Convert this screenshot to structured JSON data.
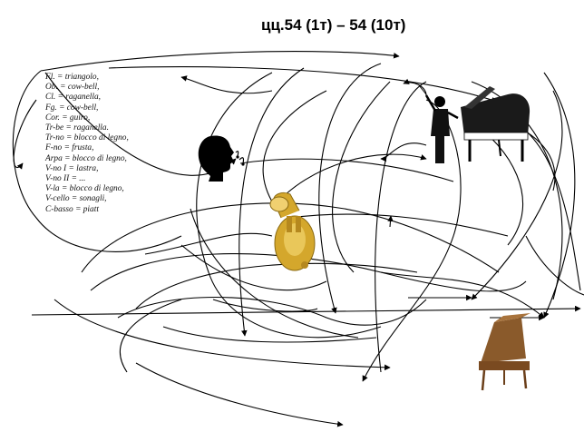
{
  "title": "цц.54 (1т) – 54 (10т)",
  "instrument_list": [
    "Fl. = triangolo,",
    "Ob. = cow-bell,",
    "Cl. = raganella,",
    "Fg. = cow-bell,",
    "Cor. = guiro,",
    "Tr-be = raganella.",
    "Tr-no = blocco di legno,",
    "F-no = frusta,",
    "Arpa = blocco di legno,",
    "V-no I = lastra,",
    "V-no II = ...",
    "V-la = blocco di legno,",
    "V-cello = sonagli,",
    "C-basso = piatt"
  ],
  "pictures": {
    "singer": "singing-head-silhouette",
    "conductor": "conductor-figure",
    "grand_piano": "grand-piano",
    "tuba": "tuba",
    "harpsichord": "harpsichord"
  },
  "colors": {
    "lines": "#000000",
    "tuba": "#d4a72c",
    "piano": "#1a1a1a",
    "harpsichord": "#8a5a2b"
  }
}
